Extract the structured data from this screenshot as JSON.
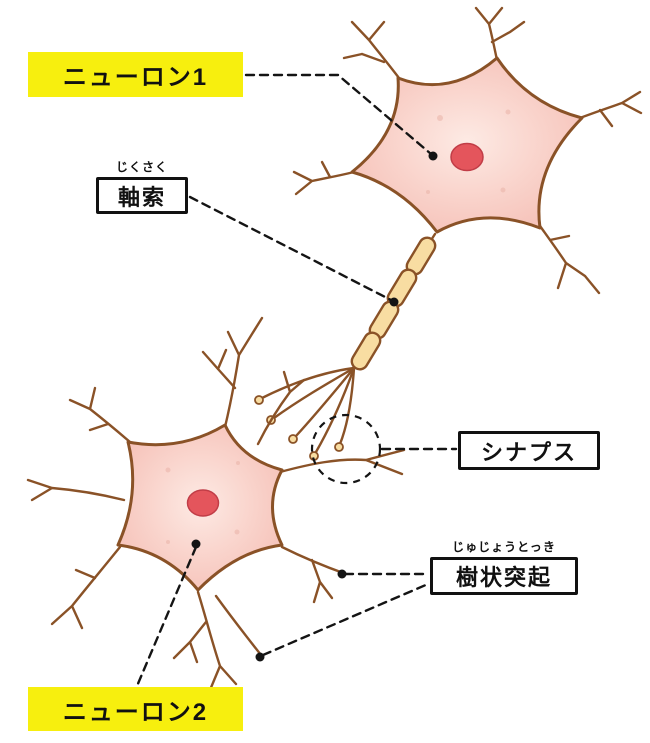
{
  "diagram": {
    "labels": {
      "neuron1": "ニューロン1",
      "axon": "軸索",
      "axon_ruby": "じくさく",
      "synapse": "シナプス",
      "dendrite": "樹状突起",
      "dendrite_ruby": "じゅじょうとっき",
      "neuron2": "ニューロン2"
    },
    "colors": {
      "highlight_yellow": "#f7ef0e",
      "outline_brown": "#8a5227",
      "cell_pink": "#f5bfb6",
      "cell_pink_light": "#fdeae4",
      "nucleus_red": "#e4555c",
      "nucleus_edge": "#c13d47",
      "myelin_beige": "#f8dda2",
      "connector_black": "#141414",
      "background": "#ffffff"
    }
  }
}
